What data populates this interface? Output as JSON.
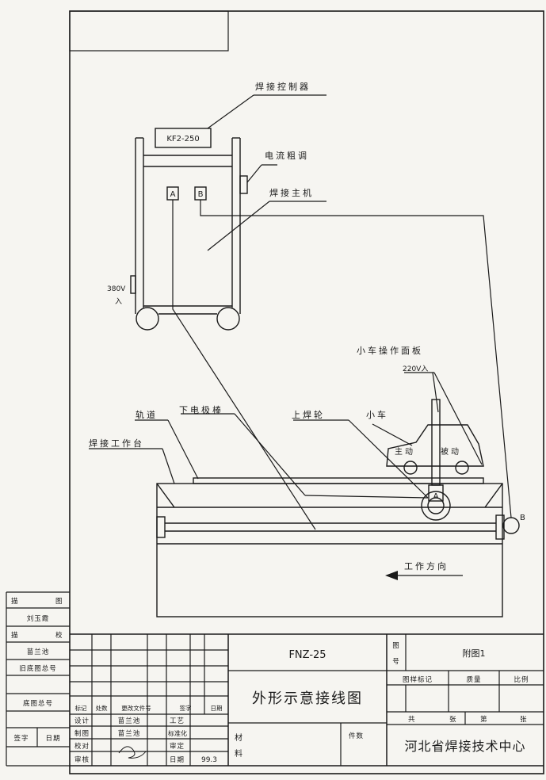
{
  "labels": {
    "controller": "焊接控制器",
    "controller_model": "KF2-250",
    "current_adjust": "电流粗调",
    "main_unit": "焊接主机",
    "terminal_a": "A",
    "terminal_b": "B",
    "input_380_line1": "380V",
    "input_380_line2": "入",
    "cart_panel": "小车操作面板",
    "input_220": "220V入",
    "track": "轨道",
    "lower_electrode": "下电极棒",
    "upper_wheel": "上焊轮",
    "cart": "小车",
    "workbench": "焊接工作台",
    "drive": "主动",
    "driven": "被动",
    "cart_terminal_a": "A",
    "end_terminal_b": "B",
    "work_direction": "工作方向"
  },
  "left_block": {
    "draw_label": "描",
    "draw_label2": "图",
    "drawer": "刘玉霞",
    "trace_label": "描",
    "trace_label2": "校",
    "tracer": "苗兰池",
    "old_drawing_no": "旧底图总号",
    "base_drawing_no": "底图总号",
    "sign": "签字",
    "date": "日期"
  },
  "title_block": {
    "model": "FNZ-25",
    "title": "外形示意接线图",
    "drawing_no_label_1": "图",
    "drawing_no_label_2": "号",
    "drawing_no": "附图1",
    "stage_mark": "图样标记",
    "weight": "质量",
    "scale": "比例",
    "total": "共",
    "sheets": "张",
    "sheet_no": "第",
    "sheets2": "张",
    "material_1": "材",
    "material_2": "料",
    "count": "件数",
    "organization": "河北省焊接技术中心",
    "rev_headers": [
      "标记",
      "处数",
      "更改文件号",
      "签字",
      "日期"
    ],
    "design": "设计",
    "designer": "苗兰池",
    "process": "工艺",
    "drafting": "制图",
    "drafter": "苗兰池",
    "standardization": "标准化",
    "check": "校对",
    "review": "审定",
    "audit": "审核",
    "date_label": "日期",
    "date_value": "99.3"
  }
}
